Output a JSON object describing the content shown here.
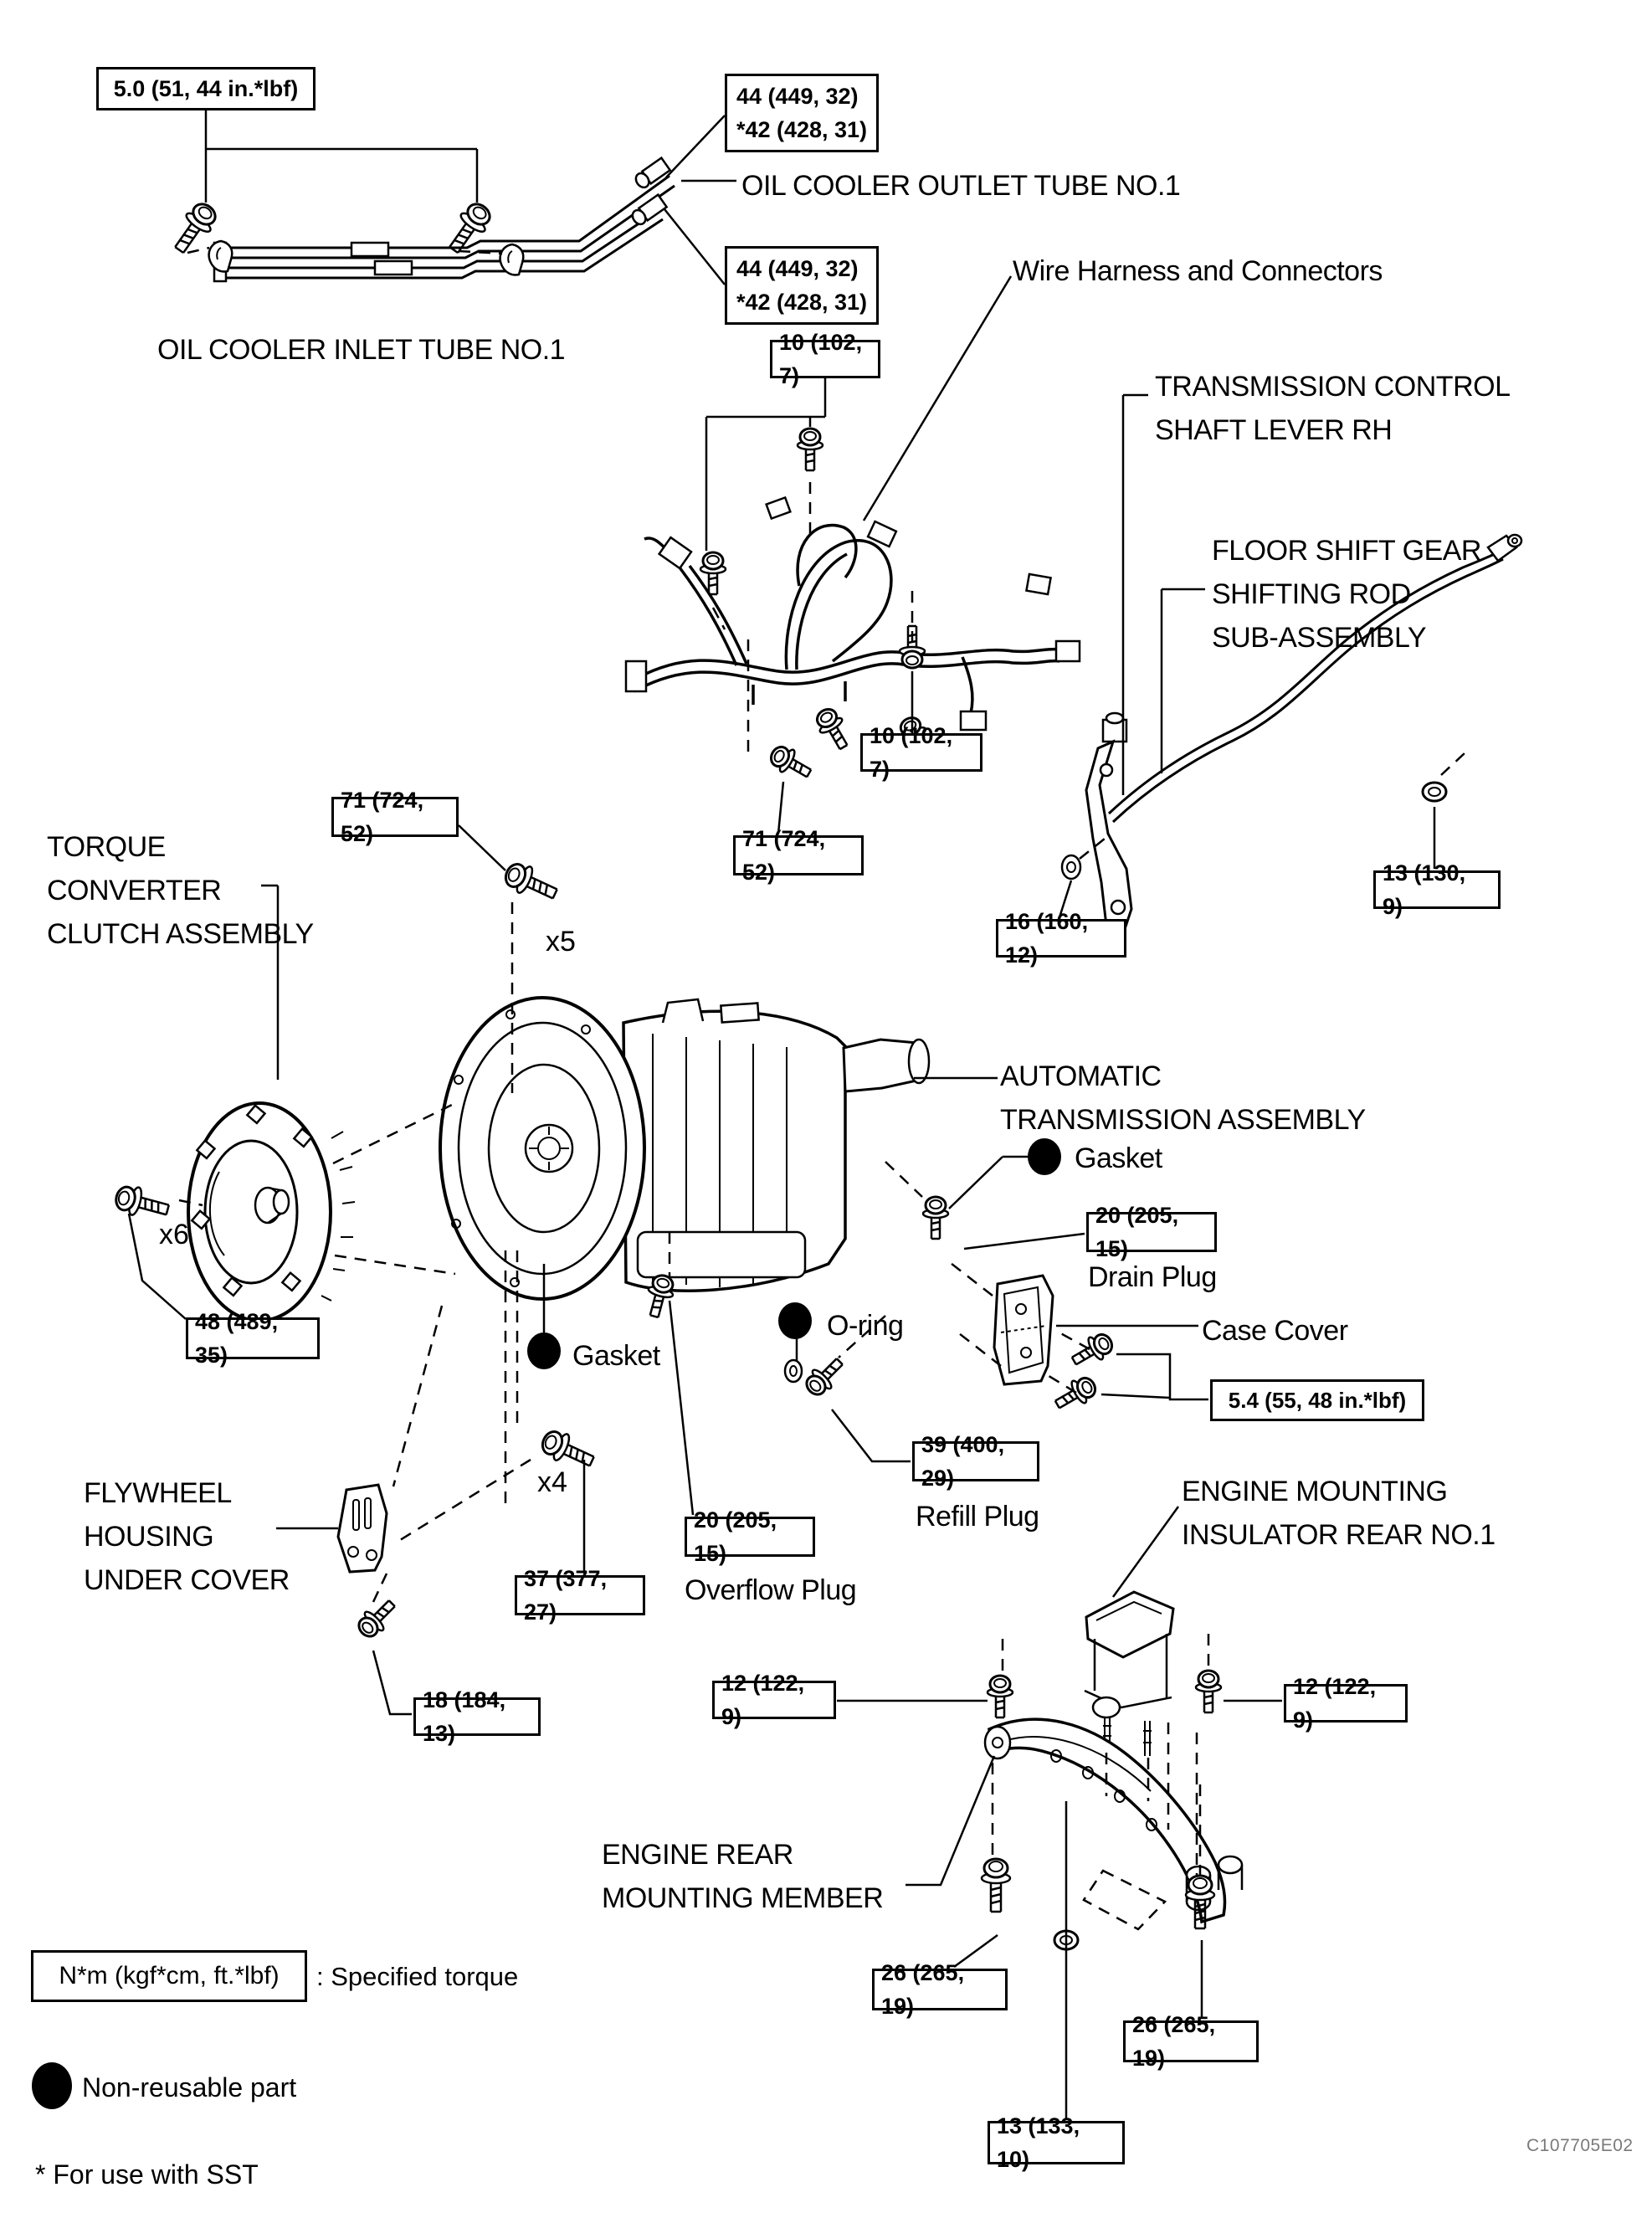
{
  "figure_code": "C107705E02",
  "torque_specs": {
    "t5_0": "5.0 (51, 44 in.*lbf)",
    "t44_top": "44 (449, 32)\n*42 (428, 31)",
    "t44_mid": "44 (449, 32)\n*42 (428, 31)",
    "t10_a": "10 (102, 7)",
    "t10_b": "10 (102, 7)",
    "t71_left": "71 (724, 52)",
    "t71_mid": "71 (724, 52)",
    "t13_rod": "13 (130, 9)",
    "t16": "16 (160, 12)",
    "t48": "48 (489, 35)",
    "t20_drain": "20 (205, 15)",
    "t5_4": "5.4 (55, 48 in.*lbf)",
    "t39": "39 (400, 29)",
    "t20_overflow": "20 (205, 15)",
    "t37": "37 (377, 27)",
    "t18": "18 (184, 13)",
    "t12_left": "12 (122, 9)",
    "t12_right": "12 (122, 9)",
    "t26_left": "26 (265, 19)",
    "t26_right": "26 (265, 19)",
    "t13_member": "13 (133, 10)"
  },
  "part_labels": {
    "oil_cooler_outlet": "OIL COOLER OUTLET TUBE NO.1",
    "oil_cooler_inlet": "OIL COOLER INLET TUBE NO.1",
    "wire_harness": "Wire Harness and Connectors",
    "trans_control": "TRANSMISSION CONTROL\nSHAFT LEVER RH",
    "floor_shift": "FLOOR SHIFT GEAR\nSHIFTING ROD\nSUB-ASSEMBLY",
    "torque_converter": "TORQUE\nCONVERTER\nCLUTCH ASSEMBLY",
    "automatic_trans": "AUTOMATIC\nTRANSMISSION ASSEMBLY",
    "gasket_right": "Gasket",
    "drain_plug": "Drain Plug",
    "case_cover": "Case Cover",
    "o_ring": "O-ring",
    "gasket_left": "Gasket",
    "refill_plug": "Refill Plug",
    "flywheel_cover": "FLYWHEEL\nHOUSING\nUNDER COVER",
    "overflow_plug": "Overflow Plug",
    "engine_mounting": "ENGINE MOUNTING\nINSULATOR REAR NO.1",
    "engine_rear": "ENGINE REAR\nMOUNTING MEMBER"
  },
  "multipliers": {
    "x5": "x5",
    "x6": "x6",
    "x4": "x4"
  },
  "legend": {
    "torque_unit": "N*m (kgf*cm, ft.*lbf)",
    "torque_desc": ": Specified torque",
    "non_reusable": "Non-reusable part",
    "sst_note": "* For use with SST"
  },
  "colors": {
    "ink": "#000000",
    "background": "#ffffff",
    "code_gray": "#7a7a7a"
  }
}
